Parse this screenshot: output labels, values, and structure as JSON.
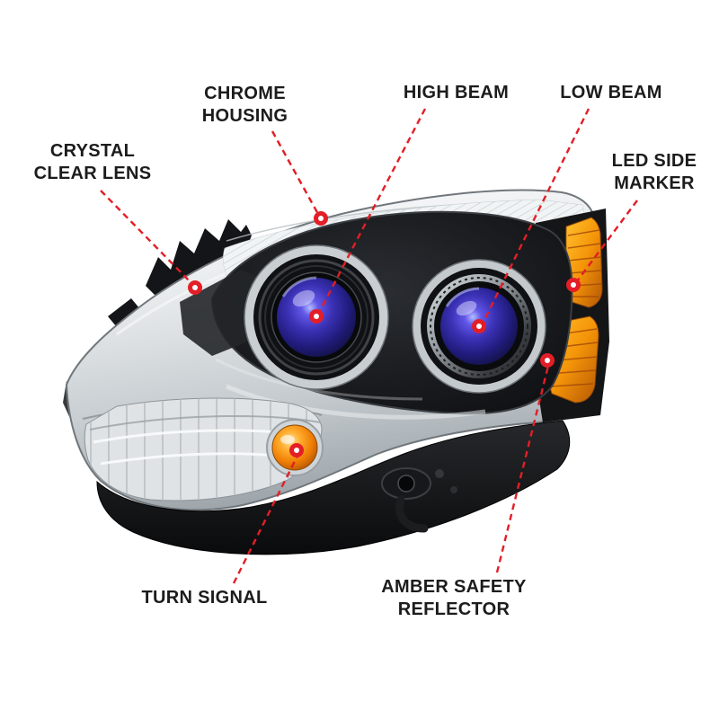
{
  "page": {
    "background_color": "#ffffff",
    "accent_color": "#e31e26",
    "label_color": "#1c1c1c"
  },
  "callouts": {
    "crystal_clear_lens": {
      "lines": [
        "CRYSTAL",
        "CLEAR LENS"
      ]
    },
    "chrome_housing": {
      "lines": [
        "CHROME",
        "HOUSING"
      ]
    },
    "high_beam": {
      "lines": [
        "HIGH BEAM"
      ]
    },
    "low_beam": {
      "lines": [
        "LOW BEAM"
      ]
    },
    "led_side_marker": {
      "lines": [
        "LED SIDE",
        "MARKER"
      ]
    },
    "turn_signal": {
      "lines": [
        "TURN SIGNAL"
      ]
    },
    "amber_safety_reflector": {
      "lines": [
        "AMBER SAFETY",
        "REFLECTOR"
      ]
    }
  },
  "illustration": {
    "subject": "projector headlight assembly, front three-quarter view",
    "colors": {
      "chrome": "#d7dbde",
      "housing_dark": "#121316",
      "amber": "#f59e0b",
      "projector_lens_blue": "#3a31b5"
    }
  }
}
